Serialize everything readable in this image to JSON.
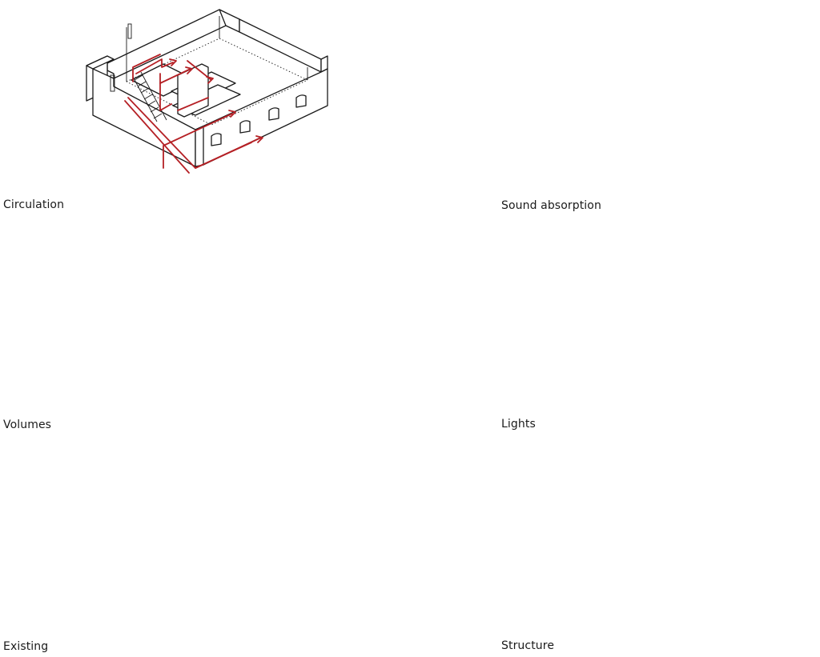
{
  "diagrams": [
    {
      "id": "circulation",
      "caption": "Circulation"
    },
    {
      "id": "volumes",
      "caption": "Volumes"
    },
    {
      "id": "existing",
      "caption": "Existing"
    },
    {
      "id": "sound_absorption",
      "caption": "Sound absorption"
    },
    {
      "id": "lights",
      "caption": "Lights"
    },
    {
      "id": "structure",
      "caption": "Structure"
    }
  ],
  "colors": {
    "line": "#1a1a1a",
    "circulation_accent": "#b52025",
    "existing_grey": "#8a8a8a"
  }
}
